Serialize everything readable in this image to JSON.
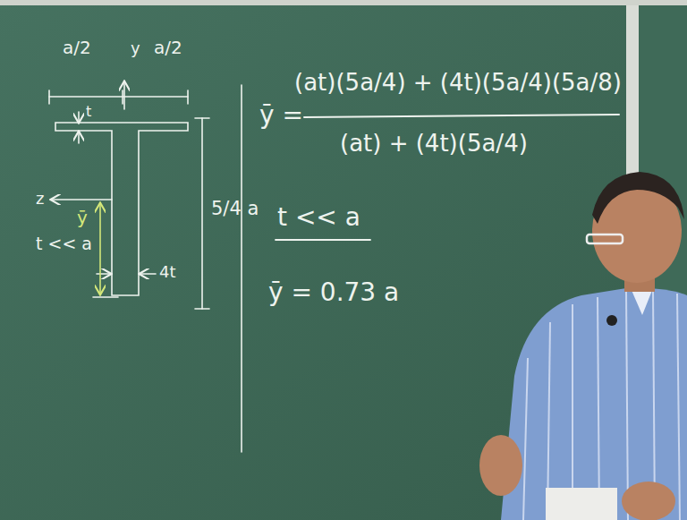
{
  "diagram": {
    "labels": [
      "a/2",
      "y",
      "a/2",
      "t",
      "z",
      "ȳ",
      "t << a",
      "4t",
      "5/4 a",
      "ȳ =",
      "(at)(5a/4) + (4t)(5a/4)(5a/8)",
      "(at) + (4t)(5a/4)",
      "t << a",
      "ȳ = 0.73 a"
    ]
  }
}
